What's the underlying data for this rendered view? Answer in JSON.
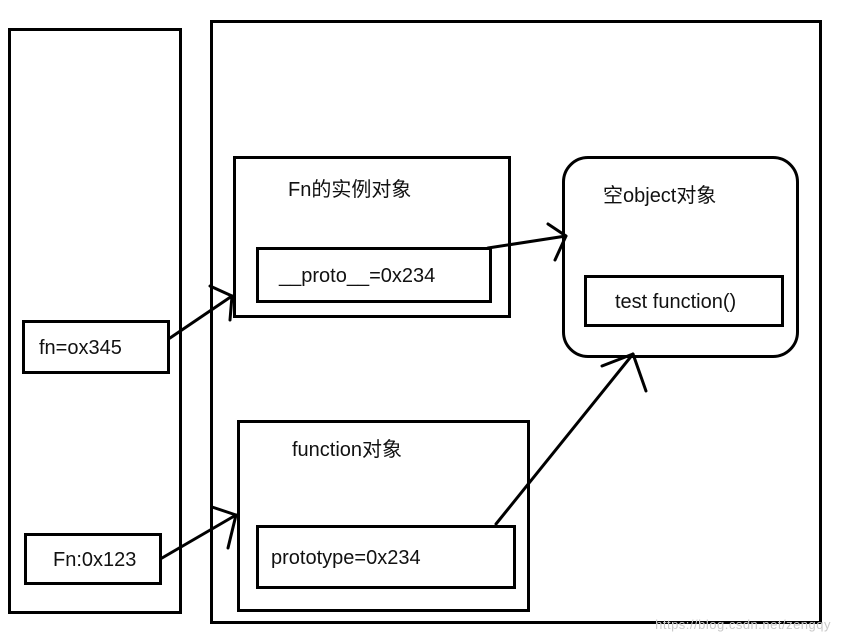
{
  "stack": {
    "fn_var": "fn=ox345",
    "Fn_var": "Fn:0x123"
  },
  "heap": {
    "instance": {
      "title": "Fn的实例对象",
      "proto": "__proto__=0x234"
    },
    "empty_object": {
      "title": "空object对象",
      "method": "test function()"
    },
    "function_object": {
      "title": "function对象",
      "prototype": "prototype=0x234"
    }
  },
  "watermark": "https://blog.csdn.net/zengqy"
}
